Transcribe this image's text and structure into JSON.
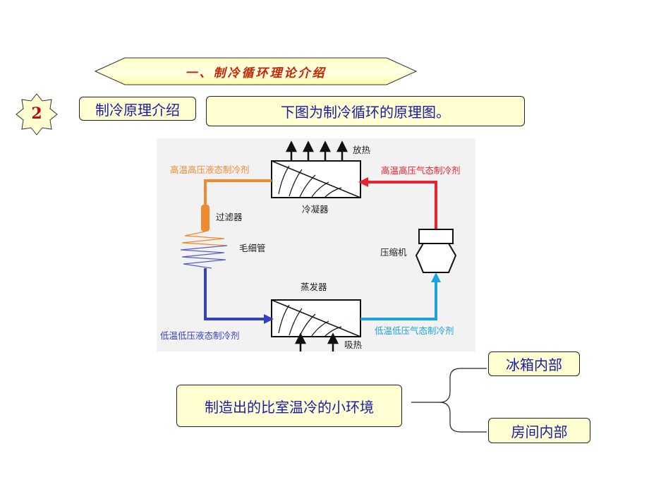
{
  "banner": {
    "title": "一、制冷循环理论介绍"
  },
  "badge": {
    "number": "2"
  },
  "header": {
    "section_label": "制冷原理介绍",
    "intro": "下图为制冷循环的原理图。"
  },
  "diagram": {
    "heat_release": "放热",
    "heat_absorb": "吸热",
    "condenser": "冷凝器",
    "evaporator": "蒸发器",
    "compressor": "压缩机",
    "filter": "过滤器",
    "capillary": "毛细管",
    "hp_liquid": "高温高压液态制冷剂",
    "hp_gas": "高温高压气态制冷剂",
    "lp_liquid": "低温低压液态制冷剂",
    "lp_gas": "低温低压气态制冷剂",
    "colors": {
      "hot_liquid": "#f08a30",
      "hot_gas": "#e8222e",
      "cold_liquid": "#3340c0",
      "cold_gas": "#1aa3e0"
    }
  },
  "bottom": {
    "main": "制造出的比室温冷的小环境",
    "branches": [
      "冰箱内部",
      "房间内部"
    ]
  }
}
